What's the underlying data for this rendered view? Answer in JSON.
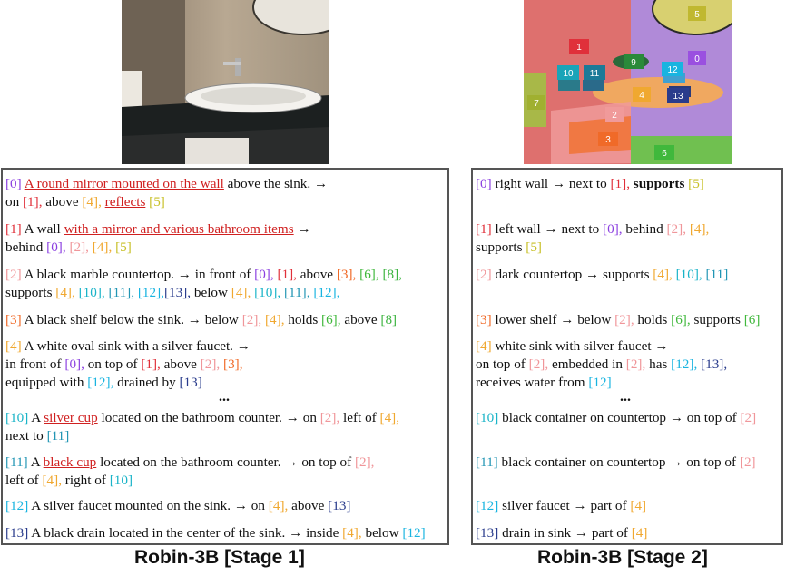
{
  "segments": [
    "5",
    "1",
    "9",
    "0",
    "10",
    "11",
    "12",
    "13",
    "7",
    "4",
    "2",
    "3",
    "6"
  ],
  "stage1": {
    "caption": "Robin-3B [Stage 1]",
    "ellipsis": "...",
    "e0": {
      "id": "[0]",
      "t1": "A round mirror mounted on the wall",
      "t2": " above the sink. →",
      "t3": "on ",
      "r1": "[1],",
      "t4": " above ",
      "r2": "[4],",
      "t5": " ",
      "t6": "reflects",
      "t7": " ",
      "r3": "[5]"
    },
    "e1": {
      "id": "[1]",
      "t1": " A wall ",
      "t2": "with a mirror and various bathroom items",
      "t3": " →",
      "t4": "behind ",
      "r1": "[0],",
      "r2": "[2],",
      "r3": "[4],",
      "r4": "[5]"
    },
    "e2": {
      "id": "[2]",
      "t1": " A black marble countertop. → in front of ",
      "r1": "[0],",
      "r2": "[1],",
      "t2": " above ",
      "r3": "[3],",
      "r4": "[6],",
      "r5": "[8],",
      "t3": "supports ",
      "r6": "[4],",
      "r7": "[10],",
      "r8": "[11],",
      "r9": "[12],",
      "r10": "[13],",
      "t4": " below ",
      "r11": "[4],",
      "r12": "[10],",
      "r13": "[11],",
      "r14": "[12],"
    },
    "e3": {
      "id": "[3]",
      "t1": " A black shelf below the sink. → below ",
      "r1": "[2],",
      "r2": "[4],",
      "t2": " holds ",
      "r3": "[6],",
      "t3": " above ",
      "r4": "[8]"
    },
    "e4": {
      "id": "[4]",
      "t1": " A white oval sink with a silver faucet. →",
      "t2": "in front of ",
      "r1": "[0],",
      "t3": " on top of ",
      "r2": "[1],",
      "t4": " above ",
      "r3": "[2],",
      "r4": "[3],",
      "t5": "equipped with ",
      "r5": "[12],",
      "t6": " drained by ",
      "r6": "[13]"
    },
    "e10": {
      "id": "[10]",
      "t1": " A ",
      "t2": "silver cup",
      "t3": " located on the bathroom counter. → on ",
      "r1": "[2],",
      "t4": " left of ",
      "r2": "[4],",
      "t5": "next to ",
      "r3": "[11]"
    },
    "e11": {
      "id": "[11]",
      "t1": " A ",
      "t2": "black cup",
      "t3": " located on the bathroom counter. → on top of ",
      "r1": "[2],",
      "t4": "left of ",
      "r2": "[4],",
      "t5": " right of ",
      "r3": "[10]"
    },
    "e12": {
      "id": "[12]",
      "t1": " A silver faucet mounted on the sink. → on ",
      "r1": "[4],",
      "t2": " above ",
      "r2": "[13]"
    },
    "e13": {
      "id": "[13]",
      "t1": " A black drain located in the center of the sink. → inside ",
      "r1": "[4],",
      "t2": " below ",
      "r2": "[12]"
    }
  },
  "stage2": {
    "caption": "Robin-3B [Stage 2]",
    "ellipsis": "...",
    "e0": {
      "id": "[0]",
      "t1": " right wall → next to ",
      "r1": "[1],",
      "t2": "supports",
      "r2": "[5]"
    },
    "e1": {
      "id": "[1]",
      "t1": " left wall → next to ",
      "r1": "[0],",
      "t2": " behind ",
      "r2": "[2],",
      "r3": "[4],",
      "t3": "supports ",
      "r4": "[5]"
    },
    "e2": {
      "id": "[2]",
      "t1": " dark countertop →  supports ",
      "r1": "[4],",
      "r2": "[10],",
      "r3": "[11]"
    },
    "e3": {
      "id": "[3]",
      "t1": " lower shelf → below ",
      "r1": "[2],",
      "t2": " holds ",
      "r2": "[6],",
      "t3": " supports ",
      "r3": "[6]"
    },
    "e4": {
      "id": "[4]",
      "t1": " white sink with silver faucet →",
      "t2": "on top of ",
      "r1": "[2],",
      "t3": " embedded in ",
      "r2": "[2],",
      "t4": " has ",
      "r3": "[12],",
      "r4": "[13],",
      "t5": "receives water from ",
      "r5": "[12]"
    },
    "e10": {
      "id": "[10]",
      "t1": " black container on countertop → on top of ",
      "r1": "[2]"
    },
    "e11": {
      "id": "[11]",
      "t1": " black container on countertop → on top of ",
      "r1": "[2]"
    },
    "e12": {
      "id": "[12]",
      "t1": " silver faucet → part of ",
      "r1": "[4]"
    },
    "e13": {
      "id": "[13]",
      "t1": " drain in sink → part of ",
      "r1": "[4]"
    }
  }
}
